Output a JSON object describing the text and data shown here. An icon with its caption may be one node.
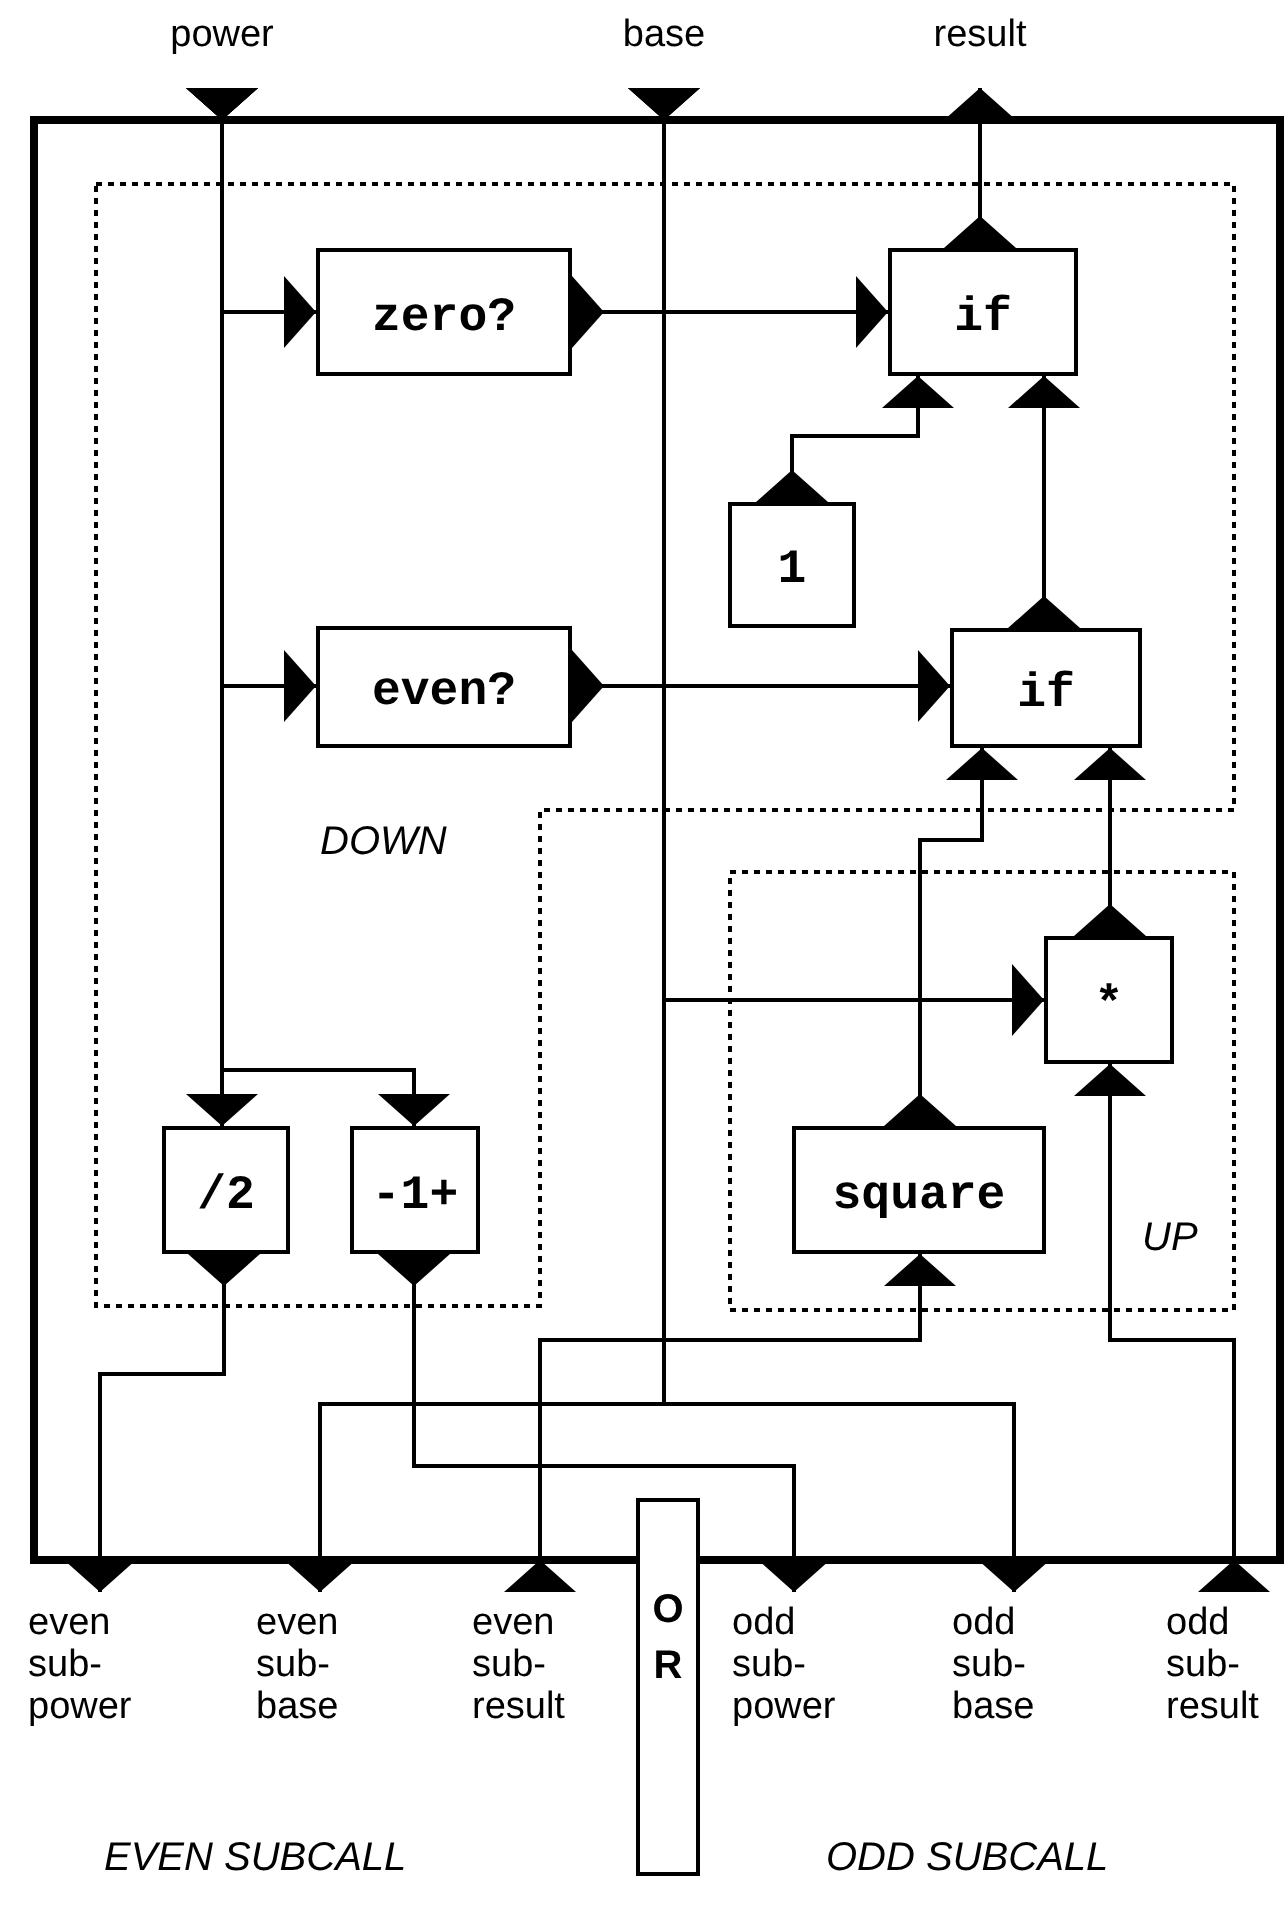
{
  "diagram": {
    "nodes": [
      {
        "text": [],
        "shape": "box"
      },
      {
        "text": [
          "power"
        ]
      },
      {
        "text": [
          "base"
        ]
      },
      {
        "text": [
          "result"
        ]
      },
      {
        "text": [
          "DOWN"
        ],
        "in": 0
      },
      {
        "text": [
          "zero?"
        ],
        "in": 4
      },
      {
        "text": [
          "if"
        ],
        "in": 4
      },
      {
        "text": [
          "1"
        ],
        "in": 4
      },
      {
        "text": [
          "even?"
        ],
        "in": 4
      },
      {
        "text": [
          "if"
        ],
        "in": 4
      },
      {
        "text": [
          "/2"
        ],
        "in": 4
      },
      {
        "text": [
          "-1+"
        ],
        "in": 4
      },
      {
        "text": [
          "UP"
        ],
        "in": 0
      },
      {
        "text": [
          "*"
        ],
        "in": 12
      },
      {
        "text": [
          "square"
        ],
        "in": 12
      },
      {
        "text": [
          "OR"
        ]
      },
      {
        "text": [
          "even sub-power"
        ]
      },
      {
        "text": [
          "even sub-base"
        ]
      },
      {
        "text": [
          "even sub-result"
        ]
      },
      {
        "text": [
          "odd sub-power"
        ]
      },
      {
        "text": [
          "odd sub-base"
        ]
      },
      {
        "text": [
          "odd sub-result"
        ]
      }
    ],
    "edges": [
      {
        "from": 1,
        "to": 5,
        "arrow": "to"
      },
      {
        "from": 1,
        "to": 8,
        "arrow": "to"
      },
      {
        "from": 1,
        "to": 10,
        "arrow": "to"
      },
      {
        "from": 1,
        "to": 11,
        "arrow": "to"
      },
      {
        "from": 5,
        "to": 6,
        "arrow": "to"
      },
      {
        "from": 7,
        "to": 6,
        "arrow": "to"
      },
      {
        "from": 9,
        "to": 6,
        "arrow": "to"
      },
      {
        "from": 6,
        "to": 3,
        "arrow": "to"
      },
      {
        "from": 8,
        "to": 9,
        "arrow": "to"
      },
      {
        "from": 14,
        "to": 9,
        "arrow": "to"
      },
      {
        "from": 13,
        "to": 9,
        "arrow": "to"
      },
      {
        "from": 2,
        "to": 13,
        "arrow": "to"
      },
      {
        "from": 2,
        "to": 17,
        "arrow": "to"
      },
      {
        "from": 2,
        "to": 20,
        "arrow": "to"
      },
      {
        "from": 10,
        "to": 16,
        "arrow": "to"
      },
      {
        "from": 11,
        "to": 19,
        "arrow": "to"
      },
      {
        "from": 18,
        "to": 14,
        "arrow": "to"
      },
      {
        "from": 21,
        "to": 13,
        "arrow": "to"
      }
    ],
    "labels": [
      "EVEN SUBCALL",
      "ODD SUBCALL"
    ]
  }
}
